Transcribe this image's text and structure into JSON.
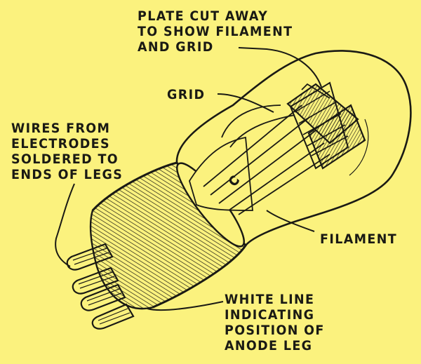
{
  "colors": {
    "background": "#fbf27e",
    "ink": "#1a1a14"
  },
  "labels": {
    "plate": [
      "PLATE CUT AWAY",
      "TO SHOW FILAMENT",
      "AND GRID"
    ],
    "grid": "GRID",
    "wires": [
      "WIRES FROM",
      "ELECTRODES",
      "SOLDERED TO",
      "ENDS OF LEGS"
    ],
    "filament": "FILAMENT",
    "white_line": [
      "WHITE LINE",
      "INDICATING",
      "POSITION OF",
      "ANODE LEG"
    ]
  }
}
